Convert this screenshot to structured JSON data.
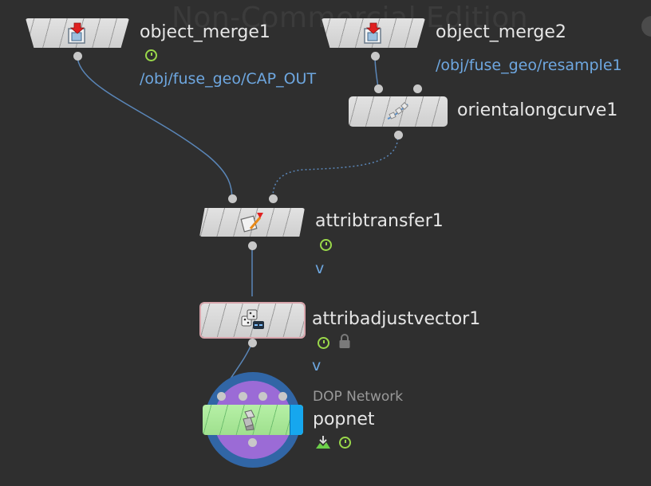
{
  "watermark": "Non-Commercial Edition",
  "nodes": {
    "object_merge1": {
      "name": "object_merge1",
      "path": "/obj/fuse_geo/CAP_OUT",
      "icon": "object-merge-icon"
    },
    "object_merge2": {
      "name": "object_merge2",
      "path": "/obj/fuse_geo/resample1",
      "icon": "object-merge-icon"
    },
    "orientalongcurve1": {
      "name": "orientalongcurve1",
      "icon": "orient-along-curve-icon"
    },
    "attribtransfer1": {
      "name": "attribtransfer1",
      "value": "v",
      "icon": "attrib-transfer-icon"
    },
    "attribadjustvector1": {
      "name": "attribadjustvector1",
      "value": "v",
      "icon": "attrib-adjust-vector-icon",
      "locked": true
    },
    "popnet": {
      "name": "popnet",
      "type_label": "DOP Network",
      "icon": "dop-network-icon"
    }
  },
  "colors": {
    "background": "#2f2f2f",
    "label": "#e6e6e6",
    "path": "#6ea7e0",
    "time_dependent": "#9ad84a",
    "dop_node": "#a8e897",
    "dop_flag": "#16a7ee",
    "selection": "#d9a6ad"
  }
}
